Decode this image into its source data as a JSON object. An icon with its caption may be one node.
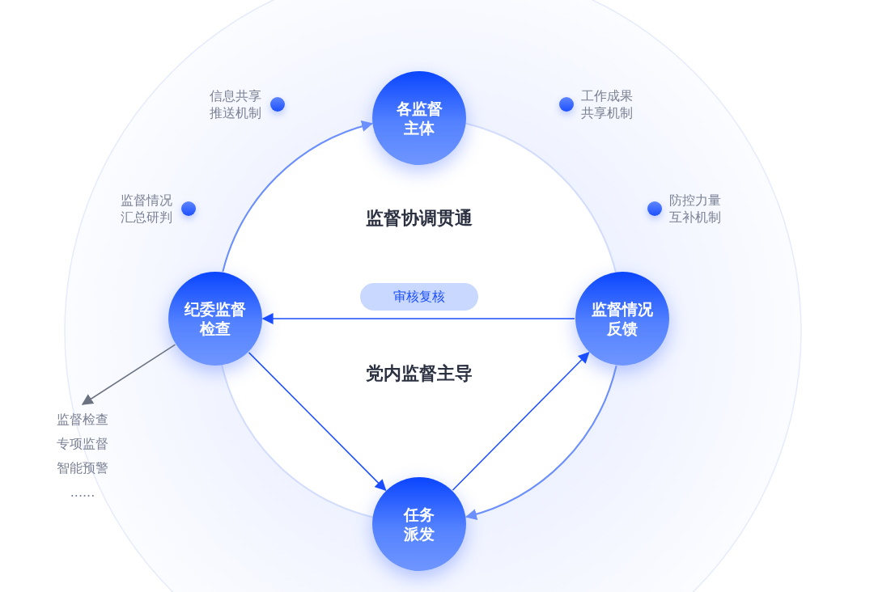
{
  "diagram": {
    "nodes": [
      {
        "text": [
          "各监督主体"
        ]
      },
      {
        "text": [
          "纪委监督检查"
        ]
      },
      {
        "text": [
          "监督情况反馈"
        ]
      },
      {
        "text": [
          "任务派发"
        ]
      },
      {
        "text": [
          "监督检查",
          "专项监督",
          "智能预警",
          "......"
        ]
      }
    ],
    "edges": [
      {
        "from": 2,
        "to": 1,
        "arrow": "to",
        "label": "审核复核"
      },
      {
        "from": 1,
        "to": 3,
        "arrow": "to"
      },
      {
        "from": 3,
        "to": 2,
        "arrow": "to"
      },
      {
        "from": 1,
        "to": 0,
        "arrow": "to",
        "color": "#6b8ffd"
      },
      {
        "from": 2,
        "to": 3,
        "arrow": "to",
        "color": "#6b8ffd"
      },
      {
        "from": 1,
        "to": 4,
        "arrow": "to",
        "color": "#6b7280"
      }
    ],
    "labels": [
      "信息共享推送机制",
      "工作成果共享机制",
      "监督情况汇总研判",
      "防控力量互补机制",
      "监督协调贯通",
      "党内监督主导"
    ]
  }
}
